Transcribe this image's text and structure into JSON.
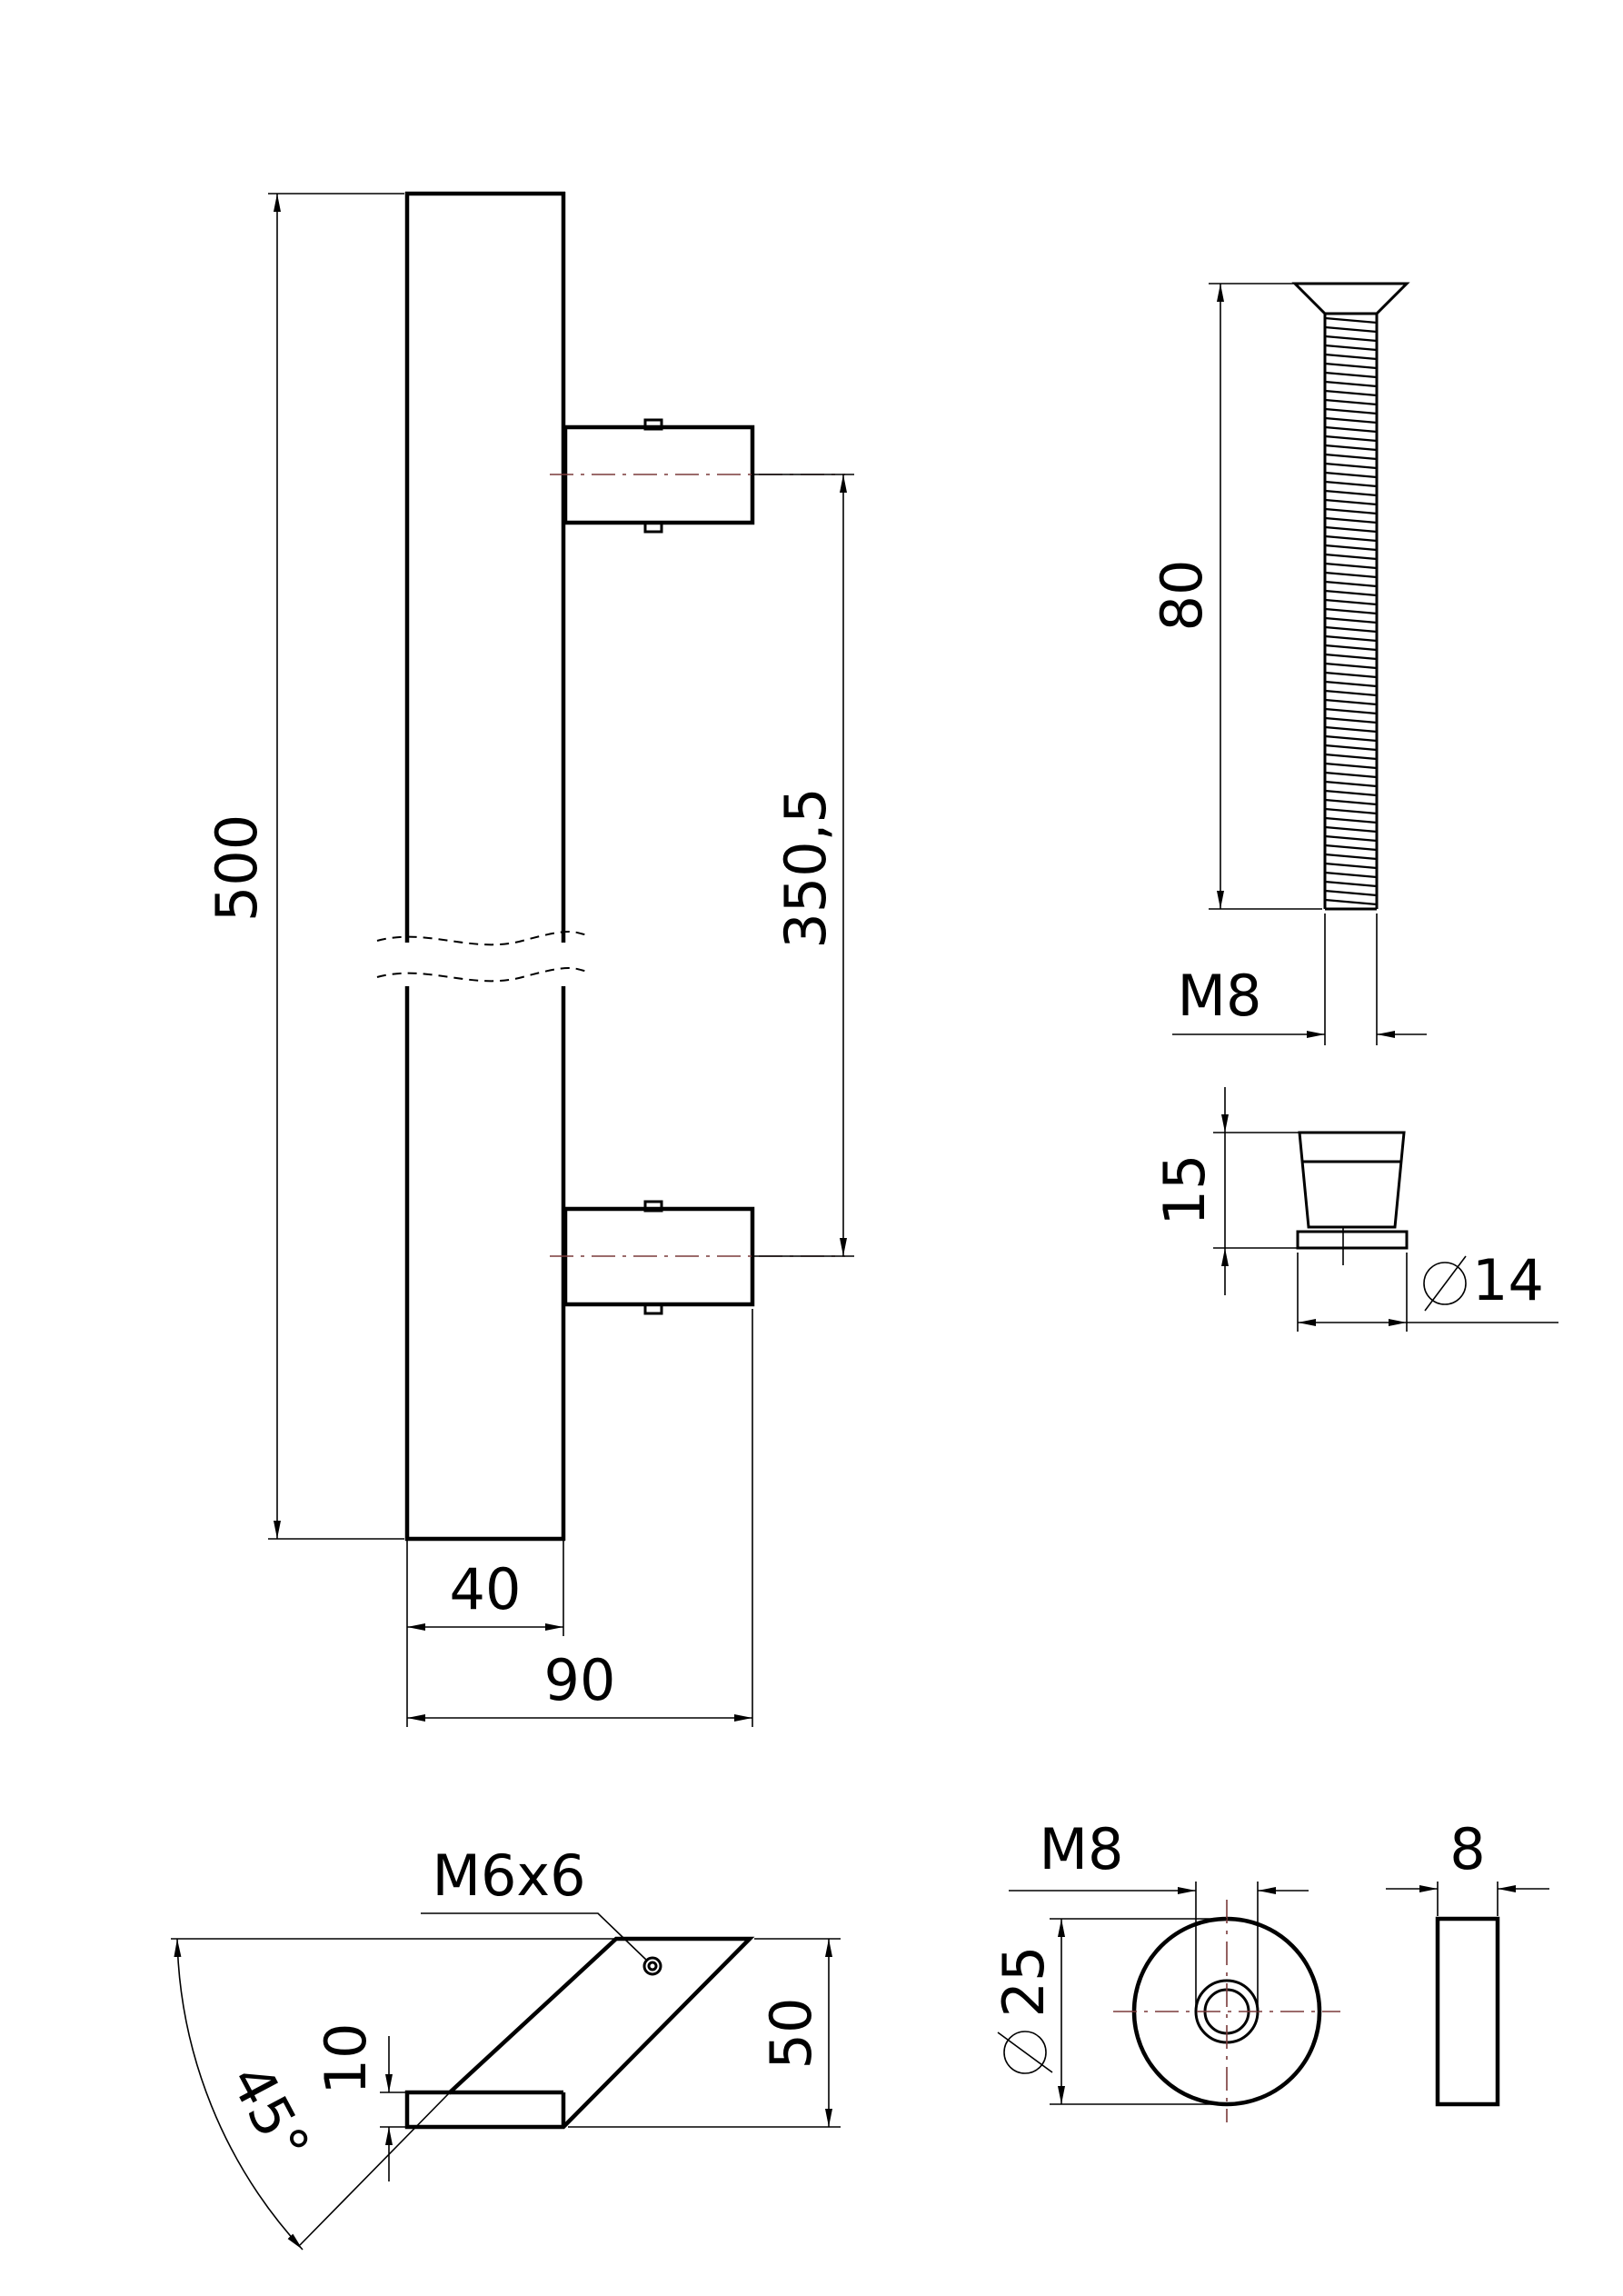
{
  "dimensions": {
    "handle_length": "500",
    "standoff_spacing": "350,5",
    "bar_width": "40",
    "total_depth": "90",
    "screw_length": "80",
    "screw_thread": "M8",
    "spacer_height": "15",
    "spacer_diameter": "14",
    "setscrew": "M6x6",
    "angle": "45°",
    "foot_thickness": "10",
    "end_height": "50",
    "washer_thread": "M8",
    "washer_diameter": "25",
    "washer_thickness": "8"
  },
  "symbols": {
    "diameter": "⌀"
  },
  "colors": {
    "line": "#000000",
    "centerline": "#7a3a3a"
  }
}
